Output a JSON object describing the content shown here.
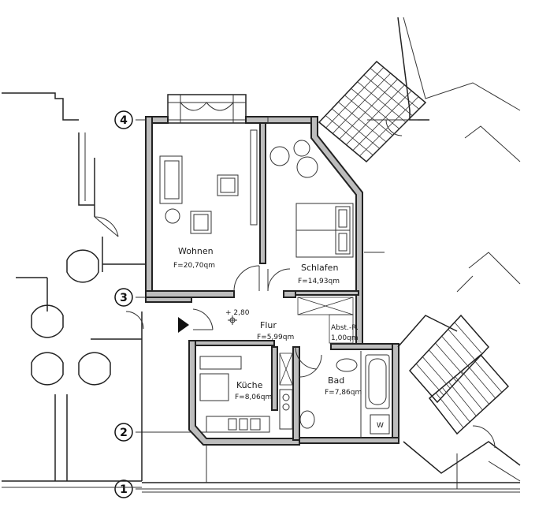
{
  "rooms": [
    {
      "name": "Wohnen",
      "area": "F=20,70qm"
    },
    {
      "name": "Schlafen",
      "area": "F=14,93qm"
    },
    {
      "name": "Flur",
      "area": "F=5,99qm"
    },
    {
      "name": "Küche",
      "area": "F=8,06qm"
    },
    {
      "name": "Bad",
      "area": "F=7,86qm"
    },
    {
      "name": "Abst.-R.",
      "area": "1,00qm"
    }
  ],
  "level_mark": "+ 2,80",
  "grid_axes": [
    "1",
    "2",
    "3",
    "4"
  ],
  "washer_label": "W"
}
